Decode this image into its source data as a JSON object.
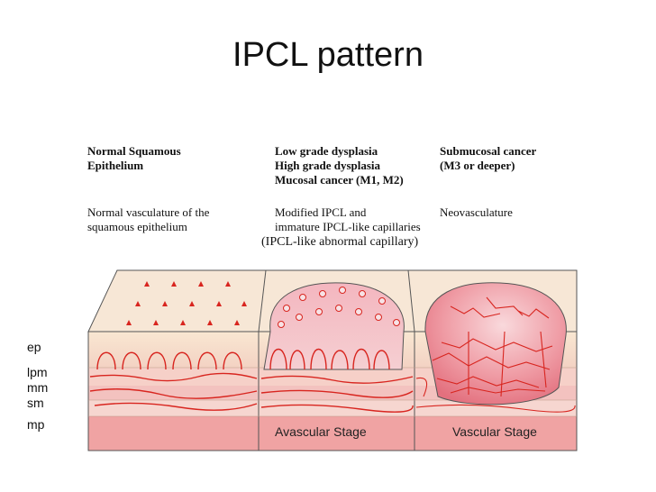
{
  "title": "IPCL pattern",
  "columns": [
    {
      "heading_lines": [
        "Normal Squamous",
        "Epithelium"
      ],
      "description_lines": [
        "Normal vasculature of the",
        "squamous epithelium"
      ]
    },
    {
      "heading_lines": [
        "Low grade dysplasia",
        "High grade dysplasia",
        "Mucosal cancer (M1, M2)"
      ],
      "description_lines": [
        "Modified IPCL and",
        "immature IPCL-like capillaries"
      ],
      "note": "(IPCL-like abnormal capillary)"
    },
    {
      "heading_lines": [
        "Submucosal cancer",
        "(M3 or deeper)"
      ],
      "description_lines": [
        "Neovasculature"
      ]
    }
  ],
  "layer_labels": [
    "ep",
    "lpm",
    "mm",
    "sm",
    "mp"
  ],
  "stages": [
    "Avascular Stage",
    "Vascular Stage"
  ],
  "colors": {
    "epithelium_top": "#f6dfc8",
    "lamina": "#f6cfc9",
    "muscularis": "#ef9f9c",
    "vessel": "#d8251f",
    "lesion": "#ee8a95"
  }
}
